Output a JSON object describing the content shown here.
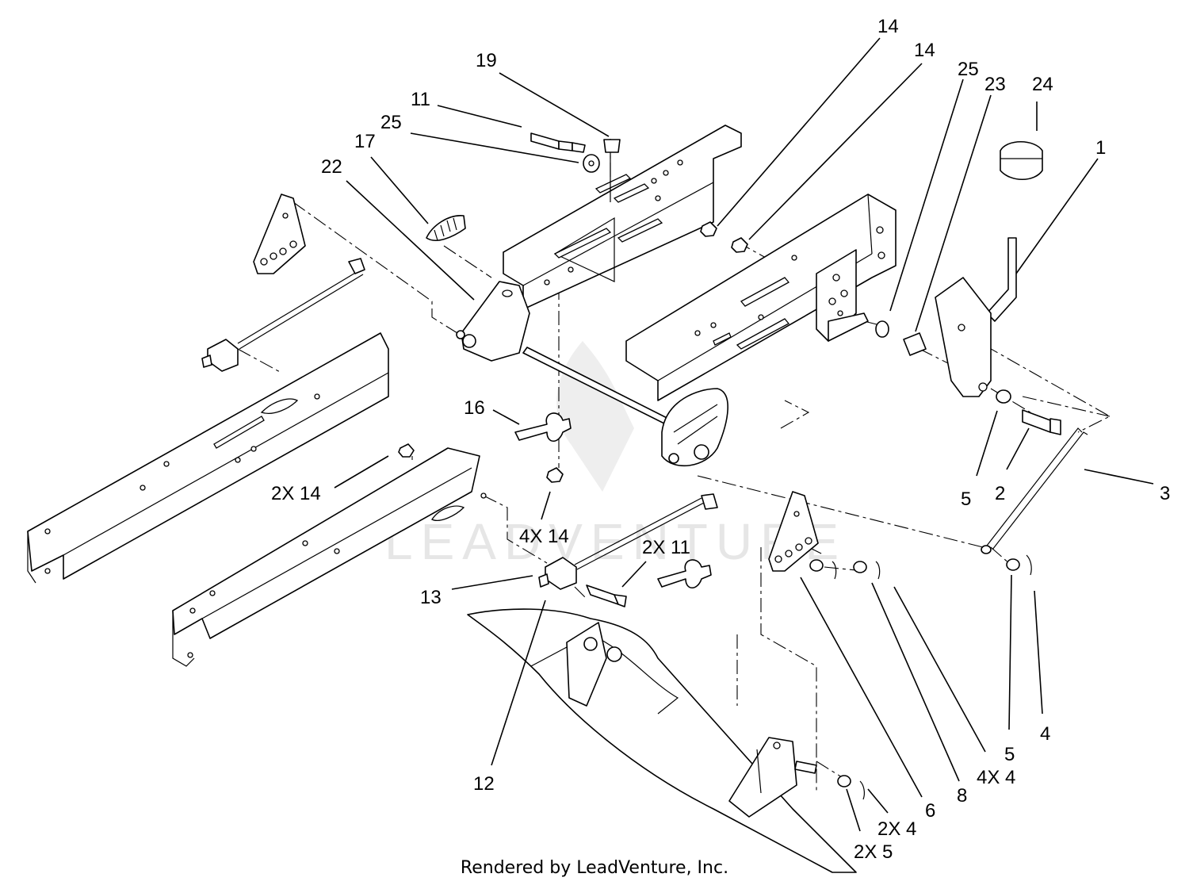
{
  "diagram": {
    "callouts": [
      "14",
      "14",
      "19",
      "11",
      "25",
      "17",
      "22",
      "25",
      "23",
      "24",
      "1",
      "16",
      "2X 14",
      "4X 14",
      "2X 11",
      "13",
      "12",
      "5",
      "2",
      "3",
      "6",
      "8",
      "4X 4",
      "5",
      "4",
      "2X 4",
      "2X 5"
    ],
    "watermark": "LEADVENTURE",
    "footer": "Rendered by LeadVenture, Inc."
  }
}
